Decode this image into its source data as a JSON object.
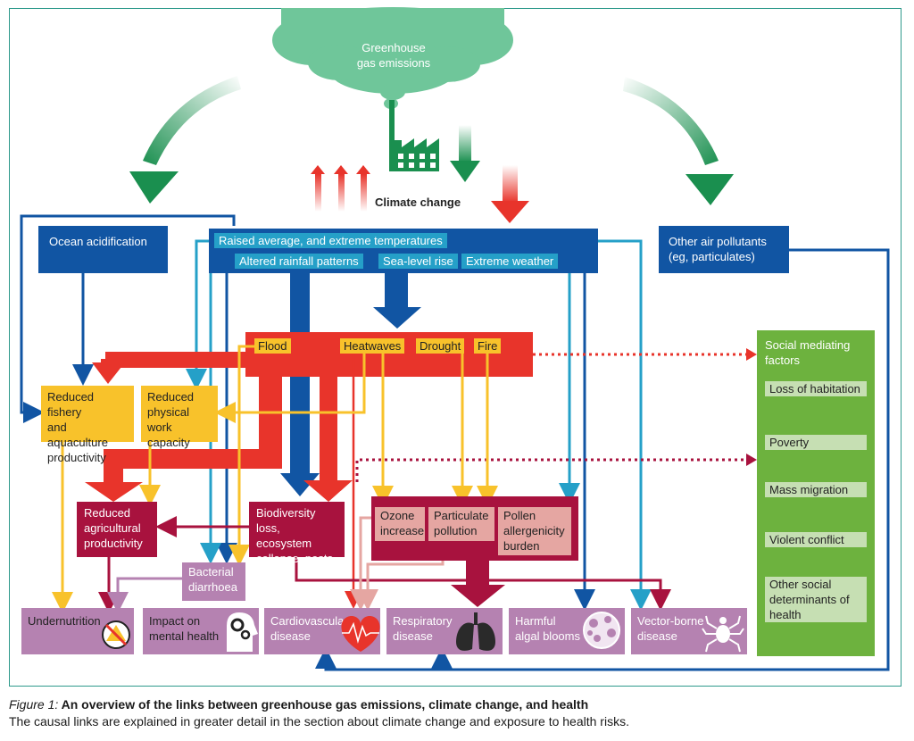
{
  "diagram": {
    "source": "Greenhouse\ngas emissions",
    "center": "Climate change",
    "ocean": "Ocean acidification",
    "temps": "Raised average, and extreme temperatures",
    "rainfall": "Altered rainfall patterns",
    "sealevel": "Sea-level rise",
    "weather": "Extreme weather",
    "air": "Other air pollutants\n(eg, particulates)",
    "flood": "Flood",
    "heatwaves": "Heatwaves",
    "drought": "Drought",
    "fire": "Fire",
    "fishery": "Reduced fishery\nand aquaculture\nproductivity",
    "work": "Reduced\nphysical work\ncapacity",
    "agri": "Reduced\nagricultural\nproductivity",
    "biodiversity": "Biodiversity\nloss, ecosystem\ncollapse, pests",
    "ozone": "Ozone\nincrease",
    "particulate": "Particulate\npollution",
    "pollen": "Pollen\nallergenicity\nburden",
    "bacterial": "Bacterial\ndiarrhoea",
    "undernutrition": "Undernutrition",
    "mental": "Impact on\nmental health",
    "cardio": "Cardiovascular\ndisease",
    "respiratory": "Respiratory\ndisease",
    "algal": "Harmful\nalgal blooms",
    "vector": "Vector-borne\ndisease",
    "social_title": "Social mediating\nfactors",
    "social_items": [
      "Loss of habitation",
      "Poverty",
      "Mass migration",
      "Violent conflict",
      "Other social\ndeterminants of\nhealth"
    ]
  },
  "caption": {
    "label": "Figure 1:",
    "title": " An overview of the links between greenhouse gas emissions, climate change, and health",
    "text": "The causal links are explained in greater detail in the section about climate change and exposure to health risks."
  },
  "colors": {
    "navy": "#1155a3",
    "cyan": "#25a0c8",
    "red": "#e8342b",
    "yellow": "#f8c22b",
    "crimson": "#a8123e",
    "pink": "#e5a6a2",
    "purple": "#b582b1",
    "green": "#6db23e",
    "cloud": "#6fc69a"
  }
}
